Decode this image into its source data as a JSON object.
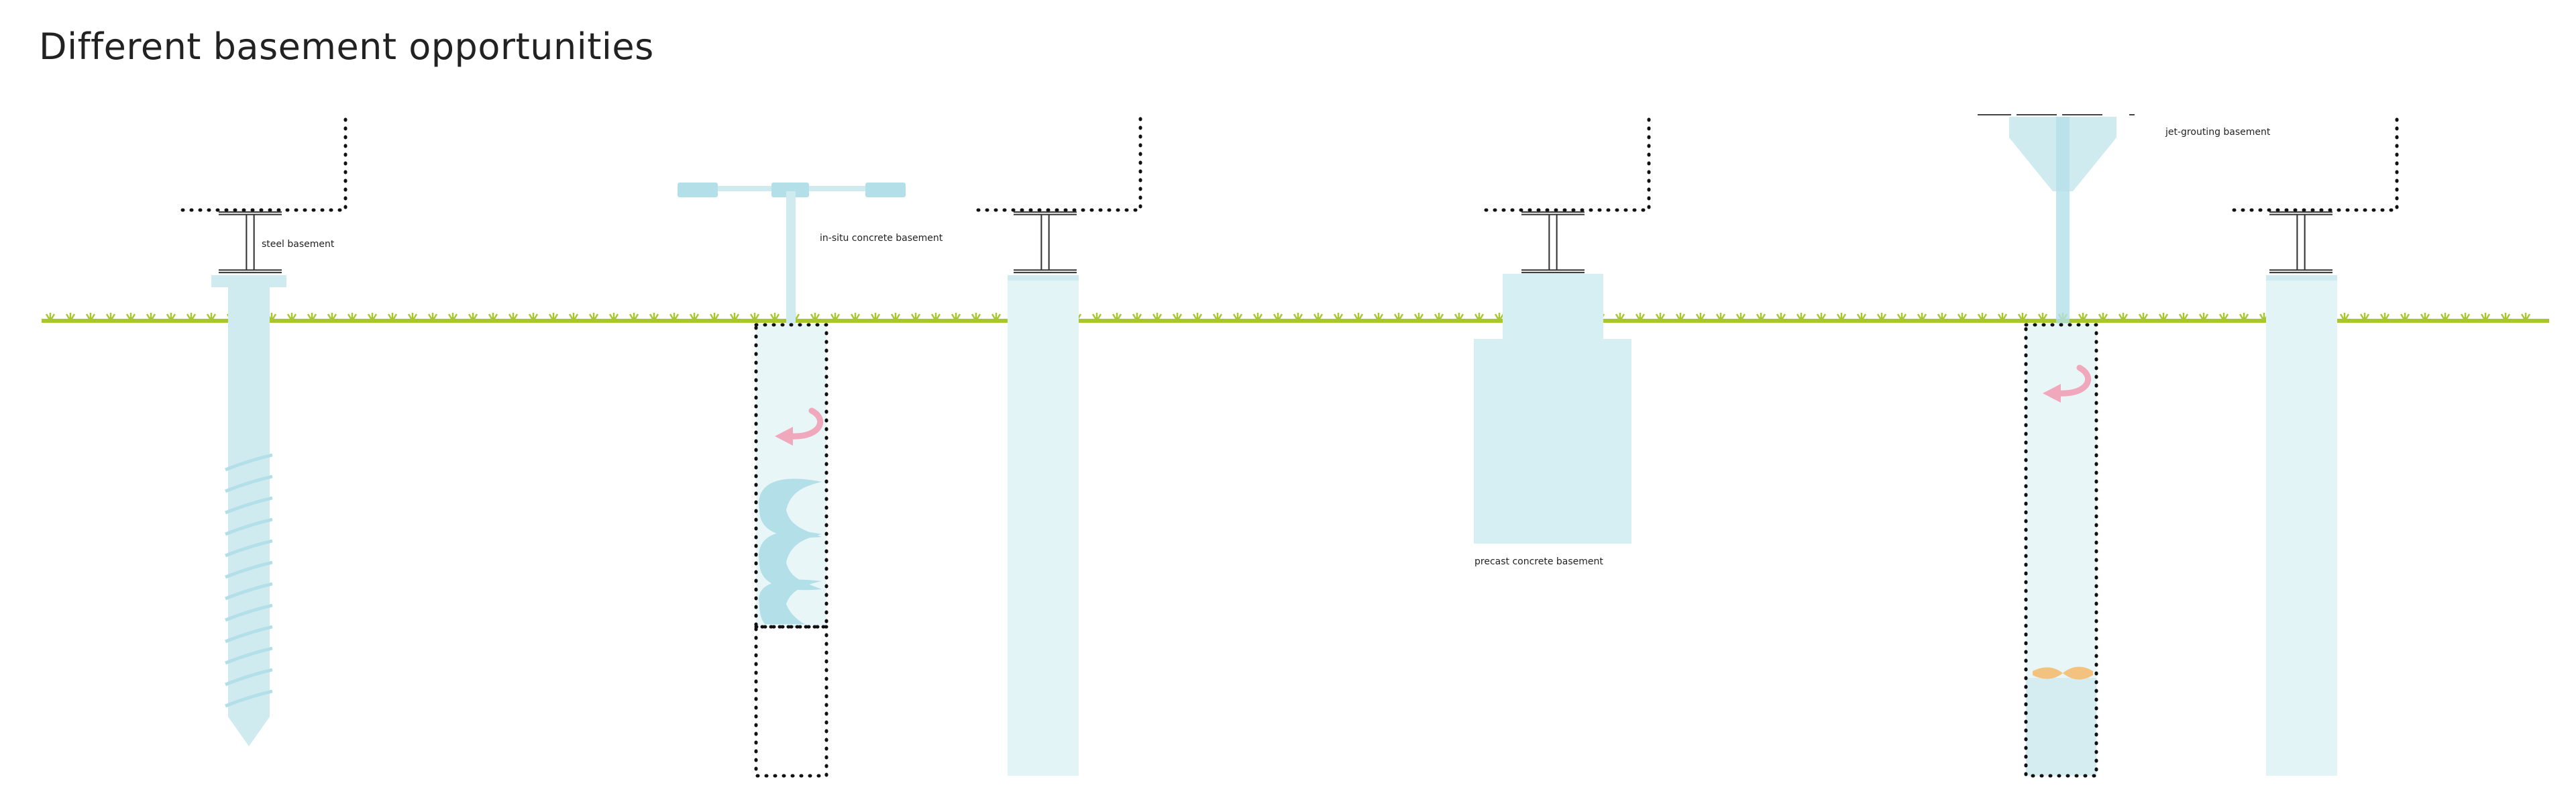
{
  "title": "Different basement opportunities",
  "labels": {
    "steel": "steel basement",
    "insitu": "in-situ concrete basement",
    "precast": "precast concrete basement",
    "jet": "jet-grouting basement"
  },
  "colors": {
    "ground": "#a8c72a",
    "pile": "#cfebef",
    "pile_light": "#e3f4f6",
    "auger": "#b3e0e8",
    "dotted": "#111111",
    "rotation_arrow": "#f0a8bc",
    "nozzle": "#f3c27e",
    "text": "#222222"
  },
  "icons": [
    "i-beam-icon",
    "rotation-arrow-icon",
    "grass-tuft-icon"
  ]
}
